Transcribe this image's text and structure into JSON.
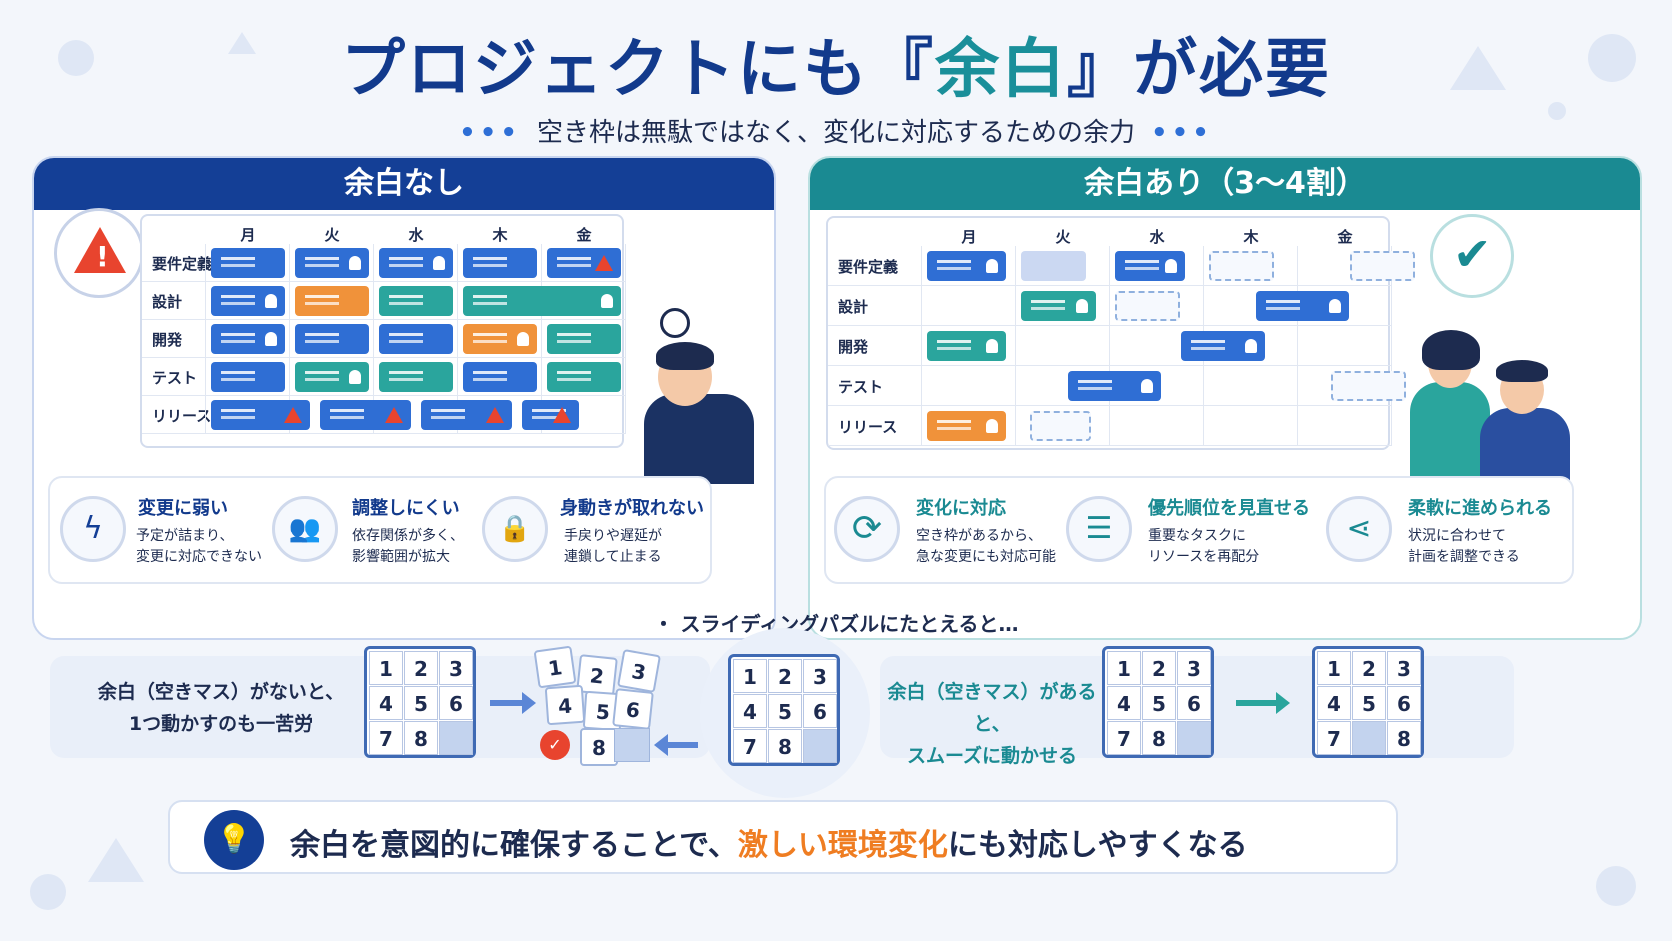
{
  "title": {
    "prefix": "プロジェクトにも『",
    "accent": "余白",
    "suffix": "』が必要"
  },
  "subtitle": "空き枠は無駄ではなく、変化に対応するための余力",
  "subtitle_dots": "•••",
  "days": [
    "月",
    "火",
    "水",
    "木",
    "金"
  ],
  "rows": [
    "要件定義",
    "設計",
    "開発",
    "テスト",
    "リリース"
  ],
  "left_panel": {
    "header": "余白なし",
    "features": [
      {
        "icon": "lightning-icon",
        "glyph": "ϟ",
        "title": "変更に弱い",
        "desc1": "予定が詰まり、",
        "desc2": "変更に対応できない"
      },
      {
        "icon": "people-icon",
        "glyph": "👥",
        "title": "調整しにくい",
        "desc1": "依存関係が多く、",
        "desc2": "影響範囲が拡大"
      },
      {
        "icon": "lock-icon",
        "glyph": "🔒",
        "title": "身動きが取れない",
        "desc1": "手戻りや遅延が",
        "desc2": "連鎖して止まる"
      }
    ]
  },
  "right_panel": {
    "header": "余白あり（3～4割）",
    "features": [
      {
        "icon": "refresh-icon",
        "glyph": "⟳",
        "title": "変化に対応",
        "desc1": "空き枠があるから、",
        "desc2": "急な変更にも対応可能"
      },
      {
        "icon": "priority-list-icon",
        "glyph": "☰",
        "title": "優先順位を見直せる",
        "desc1": "重要なタスクに",
        "desc2": "リソースを再配分"
      },
      {
        "icon": "share-branch-icon",
        "glyph": "⋖",
        "title": "柔軟に進められる",
        "desc1": "状況に合わせて",
        "desc2": "計画を調整できる"
      }
    ]
  },
  "alert_glyph": "!",
  "check_glyph": "✔",
  "puzzle": {
    "caption": "・ スライディングパズルにたとえると…",
    "no_space_text1": "余白（空きマス）がないと、",
    "no_space_text2": "1つ動かすのも一苦労",
    "with_space_text1": "余白（空きマス）があると、",
    "with_space_text2": "スムーズに動かせる",
    "grid_a": [
      "1",
      "2",
      "3",
      "4",
      "5",
      "6",
      "7",
      "8",
      ""
    ],
    "grid_mid": [
      "1",
      "2",
      "3",
      "4",
      "5",
      "6",
      "7",
      "8",
      ""
    ],
    "grid_b": [
      "1",
      "2",
      "3",
      "4",
      "5",
      "6",
      "7",
      "8",
      ""
    ],
    "grid_c": [
      "1",
      "2",
      "3",
      "4",
      "5",
      "6",
      "7",
      "",
      "8"
    ],
    "scattered": [
      "1",
      "2",
      "3",
      "4",
      "5",
      "6",
      "8"
    ]
  },
  "conclusion": {
    "part1": "余白を意図的に確保することで、",
    "highlight": "激しい環境変化",
    "part2": "にも対応しやすくなる",
    "icon": "lightbulb-icon",
    "glyph": "💡"
  },
  "colors": {
    "navy": "#143f96",
    "teal": "#1a8a92",
    "blue": "#2f6ed4",
    "green": "#2aa59d",
    "orange": "#f0923a",
    "red": "#e8442e"
  }
}
